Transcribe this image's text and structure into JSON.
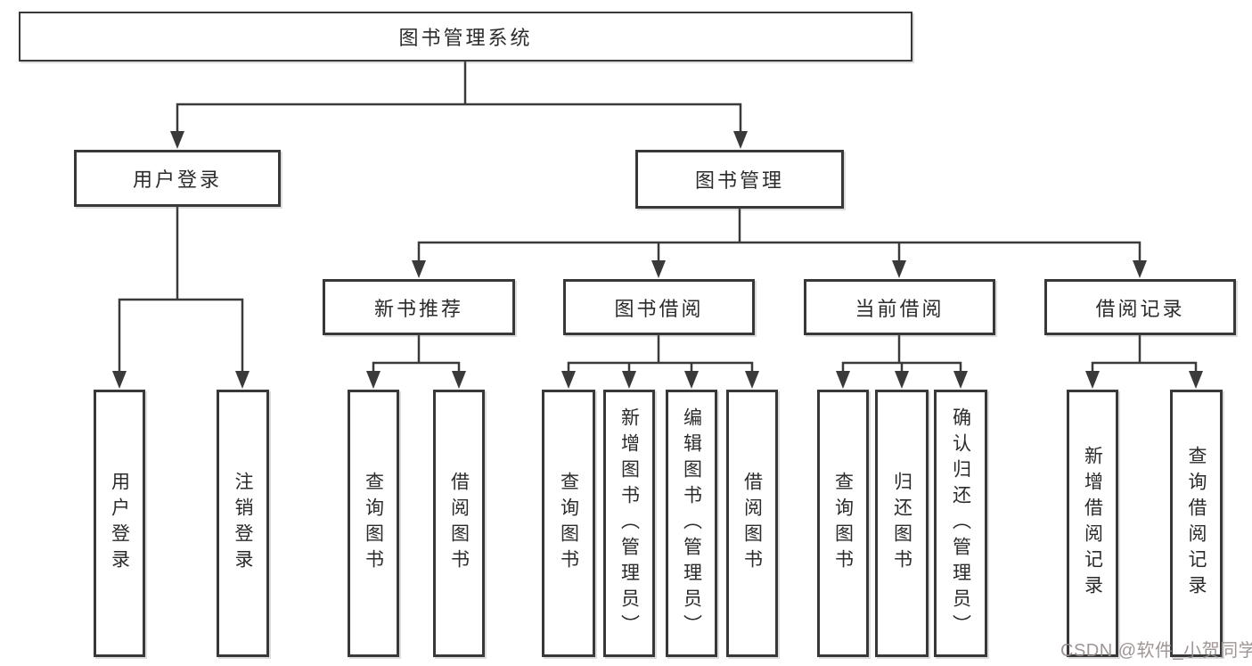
{
  "diagram": {
    "title": "图书管理系统",
    "level1": {
      "user_login": "用户登录",
      "book_mgmt": "图书管理"
    },
    "level2": {
      "new_book": "新书推荐",
      "book_borrow": "图书借阅",
      "current_borrow": "当前借阅",
      "borrow_records": "借阅记录"
    },
    "leaves": {
      "user_login": "用户登录",
      "logout": "注销登录",
      "nb_query": "查询图书",
      "nb_borrow": "借阅图书",
      "bb_query": "查询图书",
      "bb_add": "新增图书（管理员）",
      "bb_edit": "编辑图书（管理员）",
      "bb_borrow": "借阅图书",
      "cb_query": "查询图书",
      "cb_return": "归还图书",
      "cb_confirm": "确认归还（管理员）",
      "br_add": "新增借阅记录",
      "br_query": "查询借阅记录"
    }
  },
  "watermark": {
    "text": "CSDN @软件_小贺同学",
    "color": "rgba(152,140,140,0.92)"
  },
  "colors": {
    "line": "#3a3a3a",
    "border": "#383838",
    "text": "#2b2b2b",
    "background": "#ffffff"
  }
}
